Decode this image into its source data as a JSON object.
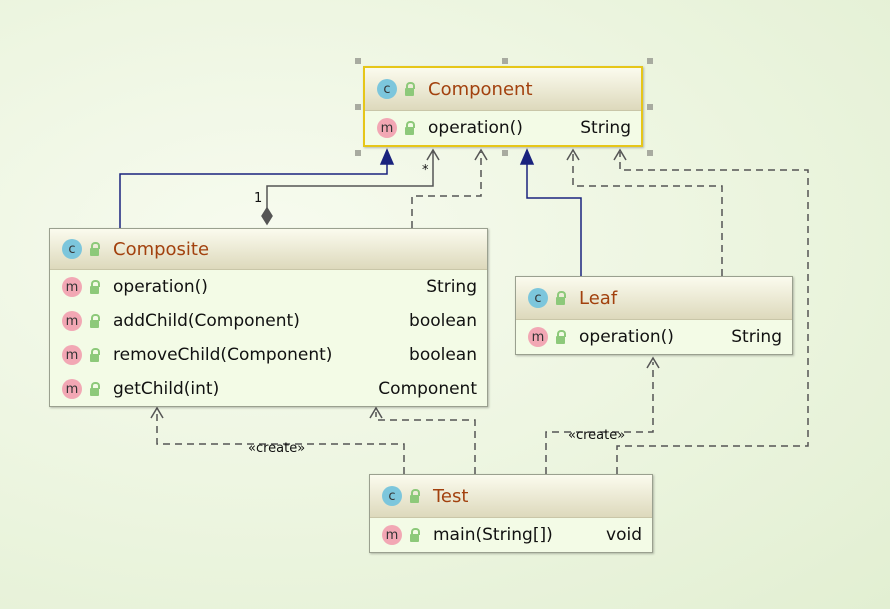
{
  "classes": {
    "component": {
      "name": "Component",
      "methods": [
        {
          "name": "operation()",
          "type": "String"
        }
      ]
    },
    "composite": {
      "name": "Composite",
      "methods": [
        {
          "name": "operation()",
          "type": "String"
        },
        {
          "name": "addChild(Component)",
          "type": "boolean"
        },
        {
          "name": "removeChild(Component)",
          "type": "boolean"
        },
        {
          "name": "getChild(int)",
          "type": "Component"
        }
      ]
    },
    "leaf": {
      "name": "Leaf",
      "methods": [
        {
          "name": "operation()",
          "type": "String"
        }
      ]
    },
    "test": {
      "name": "Test",
      "methods": [
        {
          "name": "main(String[])",
          "type": "void"
        }
      ]
    }
  },
  "icons": {
    "class": "c",
    "method": "m"
  },
  "edges": {
    "multiplicity_one": "1",
    "multiplicity_many": "*",
    "create_label": "«create»"
  },
  "colors": {
    "inherit": "#1a237e",
    "dep": "#555555",
    "selection": "#e6c619",
    "class_name": "#a2410e"
  }
}
